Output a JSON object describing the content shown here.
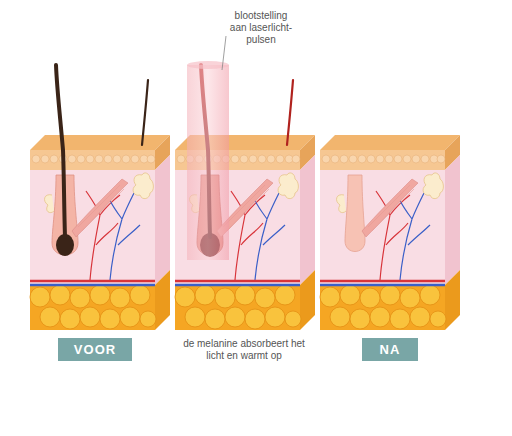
{
  "diagram": {
    "nodes": [
      {
        "text": [
          "VOOR"
        ]
      },
      {
        "text": [
          "NA"
        ]
      }
    ],
    "labels": [
      "blootstelling aan laserlicht-pulsen",
      "de melanine absorbeert het licht en warmt op"
    ]
  }
}
